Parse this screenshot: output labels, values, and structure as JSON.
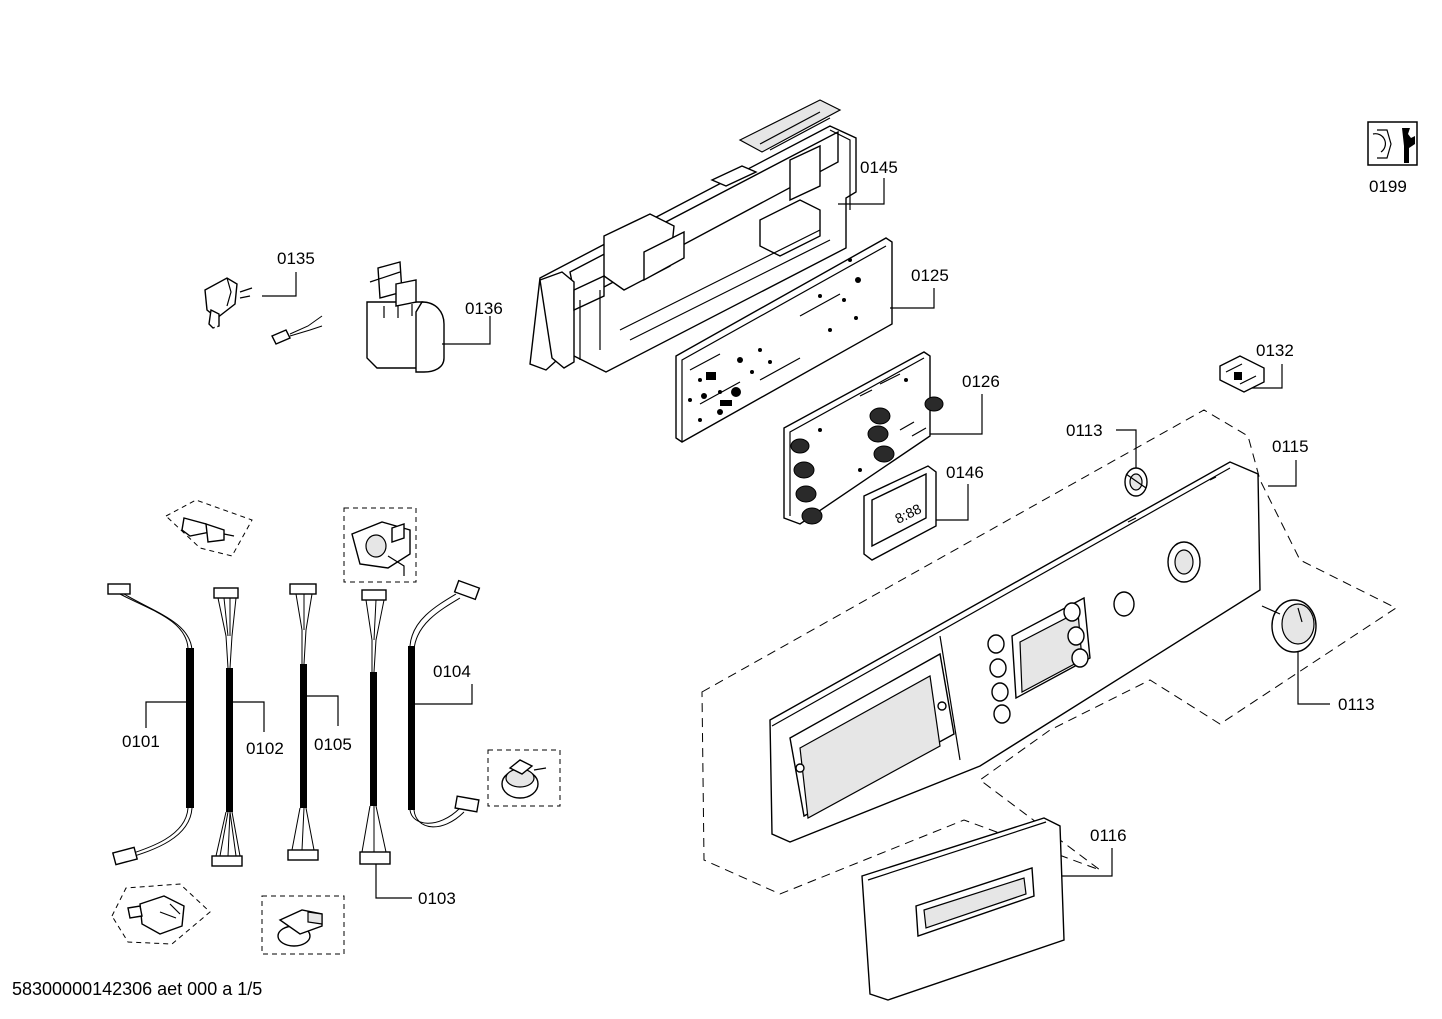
{
  "labels": {
    "l0135": "0135",
    "l0136": "0136",
    "l0145": "0145",
    "l0125": "0125",
    "l0126": "0126",
    "l0146": "0146",
    "l0132": "0132",
    "l0113a": "0113",
    "l0115": "0115",
    "l0113b": "0113",
    "l0116": "0116",
    "l0101": "0101",
    "l0102": "0102",
    "l0105": "0105",
    "l0104": "0104",
    "l0103": "0103",
    "l0199": "0199"
  },
  "display_digits": "8:88",
  "footer": "58300000142306 aet 000 a 1/5"
}
